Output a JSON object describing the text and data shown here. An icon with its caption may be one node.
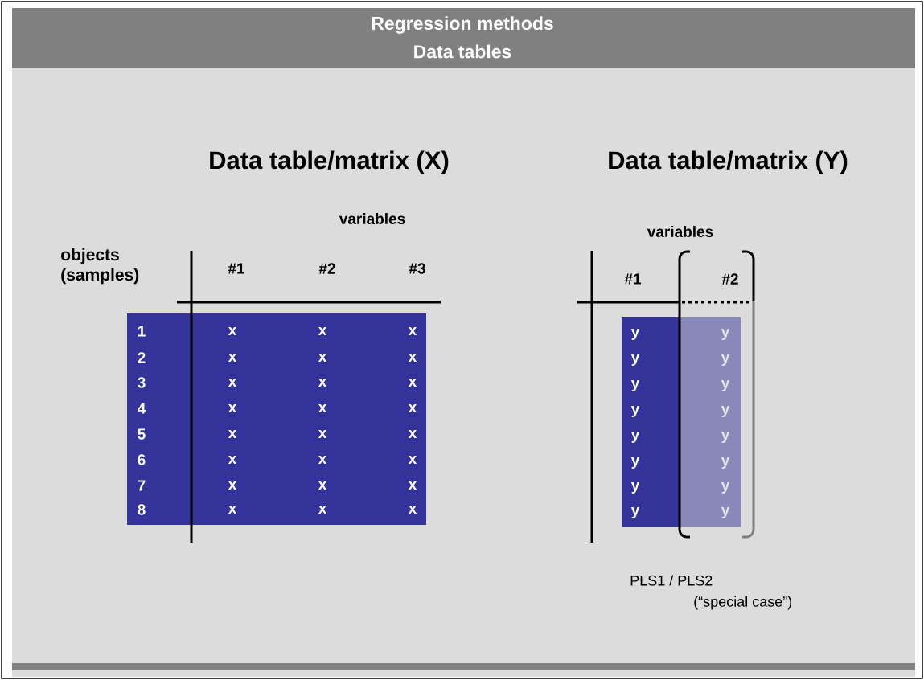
{
  "diagram": {
    "title": "Regression methods",
    "nodes": [
      {
        "text": [
          "1",
          "x",
          "x",
          "x",
          "2",
          "x",
          "x",
          "x",
          "3",
          "x",
          "x",
          "x",
          "4",
          "x",
          "x",
          "x",
          "5",
          "x",
          "x",
          "x",
          "6",
          "x",
          "x",
          "x",
          "7",
          "x",
          "x",
          "x",
          "8",
          "x",
          "x",
          "x"
        ]
      },
      {
        "text": [
          "y",
          "y",
          "y",
          "y",
          "y",
          "y",
          "y",
          "y"
        ]
      },
      {
        "text": [
          "y",
          "y",
          "y",
          "y",
          "y",
          "y",
          "y",
          "y"
        ]
      }
    ],
    "edges": [],
    "labels": [
      "Data tables",
      "Data table/matrix (X)",
      "Data table/matrix (Y)",
      "variables",
      "objects (samples)",
      "#1",
      "#2",
      "#3",
      "variables",
      "#1",
      "#2",
      "PLS1 / PLS2",
      "(“special case”)"
    ]
  }
}
